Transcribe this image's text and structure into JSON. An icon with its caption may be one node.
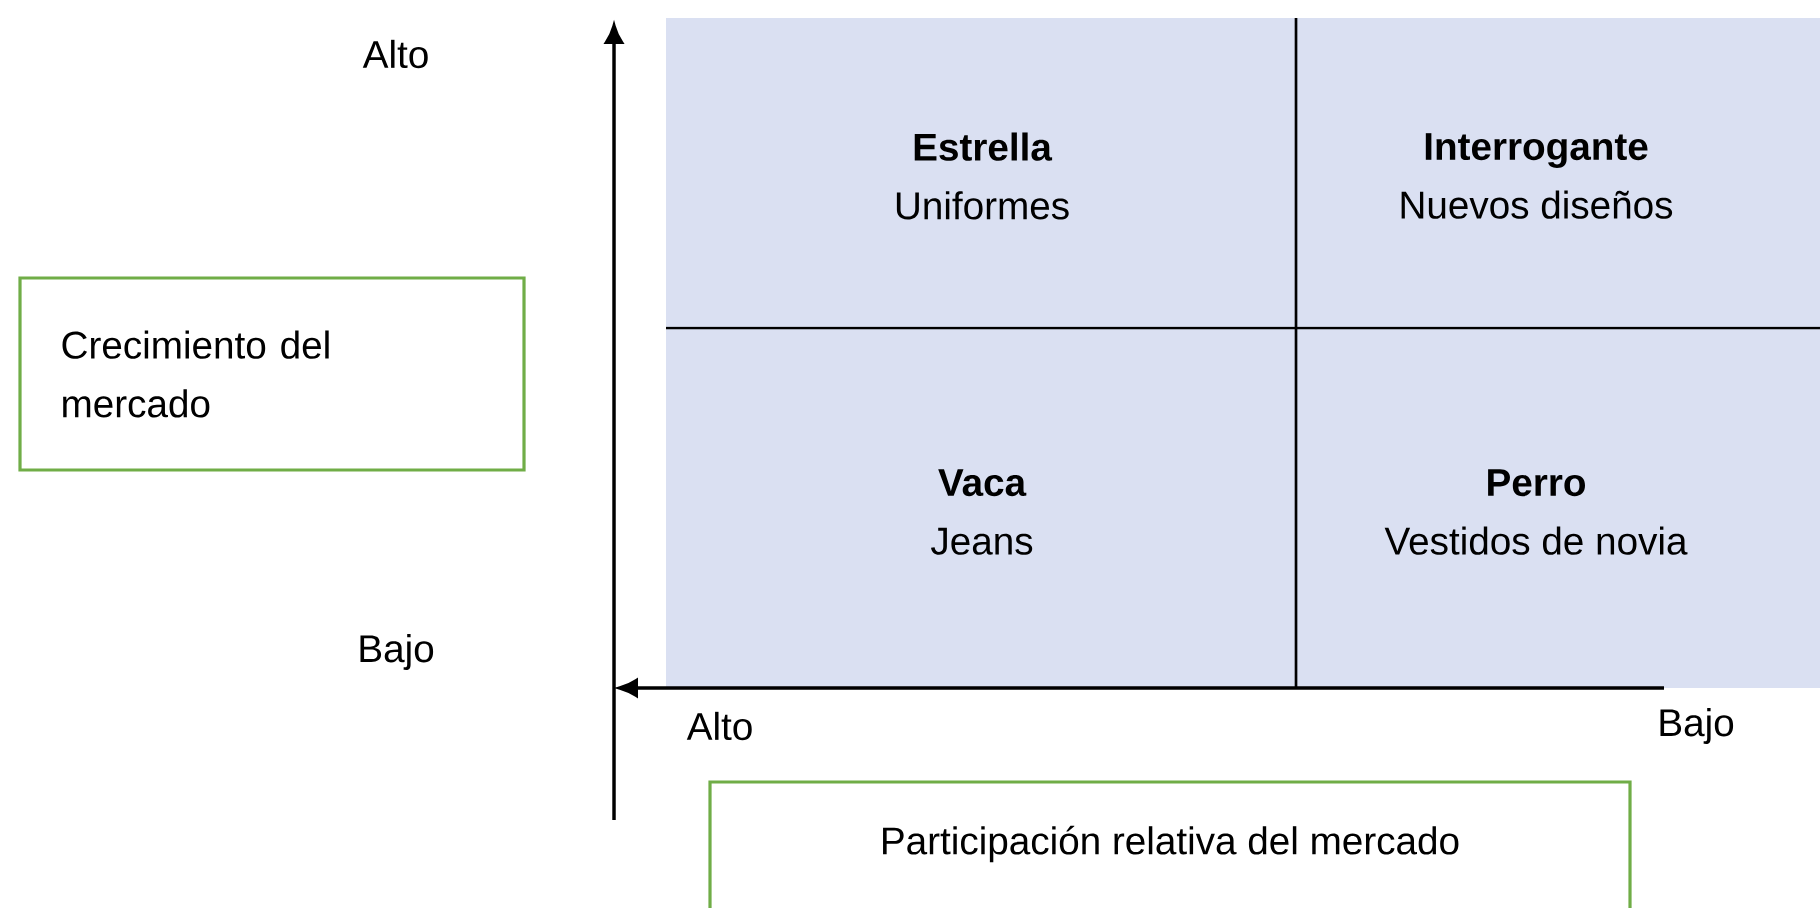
{
  "diagram": {
    "nodes": [
      {
        "text": [
          "Estrella",
          "Uniformes"
        ]
      },
      {
        "text": [
          "Interrogante",
          "Nuevos diseños"
        ]
      },
      {
        "text": [
          "Vaca",
          "Jeans"
        ]
      },
      {
        "text": [
          "Perro",
          "Vestidos de novia"
        ]
      },
      {
        "text": [
          "Crecimiento del mercado"
        ]
      },
      {
        "text": [
          "Participación relativa del mercado"
        ]
      }
    ],
    "edges": [],
    "labels": [
      "Alto",
      "Bajo",
      "Alto",
      "Bajo"
    ]
  }
}
